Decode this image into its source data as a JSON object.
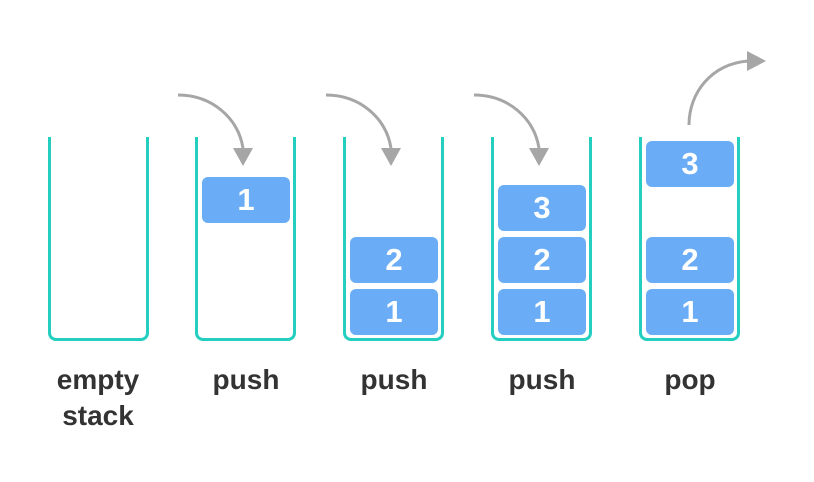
{
  "colors": {
    "container": "#24cfc0",
    "box": "#6aacf5",
    "arrow": "#a6a6a6",
    "label": "#333333"
  },
  "steps": [
    {
      "label_line1": "empty",
      "label_line2": "stack"
    },
    {
      "label_line1": "push",
      "items": [
        "1"
      ]
    },
    {
      "label_line1": "push",
      "items": [
        "2",
        "1"
      ]
    },
    {
      "label_line1": "push",
      "items": [
        "3",
        "2",
        "1"
      ]
    },
    {
      "label_line1": "pop",
      "popped": "3",
      "items": [
        "2",
        "1"
      ]
    }
  ]
}
